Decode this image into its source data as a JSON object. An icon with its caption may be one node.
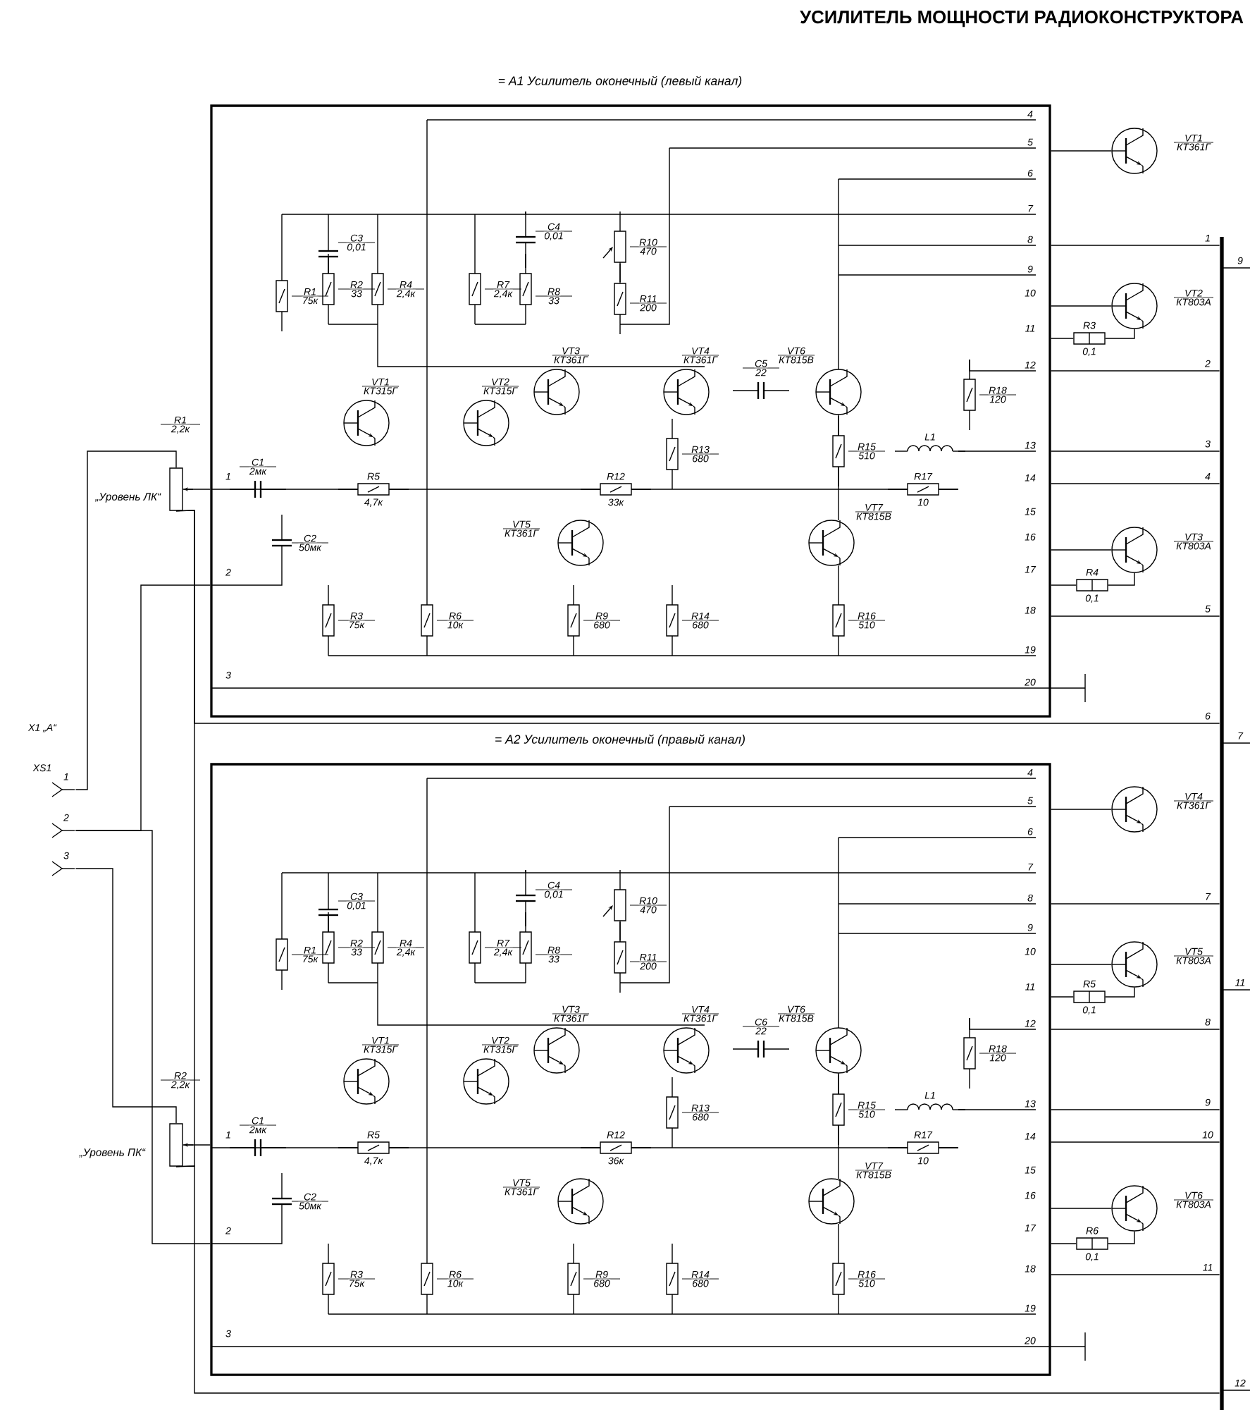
{
  "diagram": {
    "title": "УСИЛИТЕЛЬ МОЩНОСТИ РАДИОКОНСТРУКТОРА",
    "nodes": [
      {
        "text": [
          "= A1 Усилитель оконечный (левый канал)"
        ]
      },
      {
        "text": [
          "VT1",
          "КТ361Г"
        ]
      },
      {
        "text": [
          "R1",
          "2,2к"
        ],
        "beside": [
          "„Уровень ЛК“"
        ]
      },
      {
        "text": [
          "VT2",
          "КТ803А"
        ]
      },
      {
        "text": [
          "R3",
          "0,1"
        ]
      },
      {
        "text": [
          "VT3",
          "КТ803А"
        ]
      },
      {
        "text": [
          "R4",
          "0,1"
        ]
      },
      {
        "text": [],
        "shape": "bar"
      },
      {
        "text": [
          "XS1"
        ]
      },
      {
        "text": [
          "= A2 Усилитель оконечный (правый канал)"
        ]
      },
      {
        "text": [
          "VT4",
          "КТ361Г"
        ]
      },
      {
        "text": [
          "VT5",
          "КТ803А"
        ]
      },
      {
        "text": [
          "R5",
          "0,1"
        ]
      },
      {
        "text": [
          "R2",
          "2,2к"
        ],
        "beside": [
          "„Уровень ПК“"
        ]
      },
      {
        "text": [
          "VT6",
          "КТ803А"
        ]
      },
      {
        "text": [
          "R6",
          "0,1"
        ]
      }
    ],
    "edges": [
      {
        "from": 0,
        "to": 1,
        "arrow": "none"
      },
      {
        "from": 0,
        "to": 3,
        "arrow": "none"
      },
      {
        "from": 0,
        "to": 4,
        "arrow": "none"
      },
      {
        "from": 4,
        "to": 3,
        "arrow": "none"
      },
      {
        "from": 0,
        "to": 5,
        "arrow": "none"
      },
      {
        "from": 0,
        "to": 6,
        "arrow": "none"
      },
      {
        "from": 6,
        "to": 5,
        "arrow": "none"
      },
      {
        "from": 0,
        "to": 7,
        "arrow": "none"
      },
      {
        "from": 0,
        "to": 7,
        "arrow": "none"
      },
      {
        "from": 0,
        "to": 7,
        "arrow": "none"
      },
      {
        "from": 0,
        "to": 7,
        "arrow": "none"
      },
      {
        "from": 0,
        "to": 7,
        "arrow": "none"
      },
      {
        "from": 2,
        "to": 0,
        "arrow": "none"
      },
      {
        "from": 8,
        "to": 2,
        "arrow": "none"
      },
      {
        "from": 8,
        "to": 0,
        "arrow": "none"
      },
      {
        "from": 8,
        "to": 13,
        "arrow": "none"
      },
      {
        "from": 8,
        "to": 9,
        "arrow": "none"
      },
      {
        "from": 13,
        "to": 9,
        "arrow": "none"
      },
      {
        "from": 9,
        "to": 10,
        "arrow": "none"
      },
      {
        "from": 9,
        "to": 11,
        "arrow": "none"
      },
      {
        "from": 9,
        "to": 12,
        "arrow": "none"
      },
      {
        "from": 12,
        "to": 11,
        "arrow": "none"
      },
      {
        "from": 9,
        "to": 14,
        "arrow": "none"
      },
      {
        "from": 9,
        "to": 15,
        "arrow": "none"
      },
      {
        "from": 15,
        "to": 14,
        "arrow": "none"
      },
      {
        "from": 9,
        "to": 7,
        "arrow": "none"
      },
      {
        "from": 9,
        "to": 7,
        "arrow": "none"
      },
      {
        "from": 9,
        "to": 7,
        "arrow": "none"
      },
      {
        "from": 9,
        "to": 7,
        "arrow": "none"
      },
      {
        "from": 9,
        "to": 7,
        "arrow": "none"
      },
      {
        "from": 2,
        "to": 13,
        "arrow": "none"
      },
      {
        "from": 2,
        "to": 7,
        "arrow": "none"
      },
      {
        "from": 13,
        "to": 7,
        "arrow": "none"
      }
    ],
    "labels": [
      "1",
      "2",
      "3",
      "R1",
      "75к",
      "C3",
      "0,01",
      "R2",
      "33",
      "R4",
      "2,4к",
      "R7",
      "2,4к",
      "C4",
      "0,01",
      "R8",
      "33",
      "R10",
      "470",
      "R11",
      "200",
      "VT3",
      "КТ361Г",
      "VT4",
      "КТ361Г",
      "C5",
      "22",
      "VT6",
      "КТ815В",
      "VT1",
      "КТ315Г",
      "VT2",
      "КТ315Г",
      "R13",
      "680",
      "R15",
      "510",
      "L1",
      "R18",
      "120",
      "C1",
      "2мк",
      "R5",
      "4,7к",
      "R12",
      "33к",
      "R17",
      "10",
      "C2",
      "50мк",
      "VT5",
      "КТ361Г",
      "VT7",
      "КТ815В",
      "R3",
      "75к",
      "R6",
      "10к",
      "R9",
      "680",
      "R14",
      "680",
      "R16",
      "510",
      "4",
      "5",
      "6",
      "7",
      "8",
      "9",
      "10",
      "11",
      "12",
      "13",
      "14",
      "15",
      "16",
      "17",
      "18",
      "19",
      "20",
      "1",
      "9",
      "2",
      "3",
      "4",
      "5",
      "6",
      "7",
      "X1 „А“",
      "1",
      "2",
      "3",
      "1",
      "2",
      "3",
      "R1",
      "75к",
      "C3",
      "0,01",
      "R2",
      "33",
      "R4",
      "2,4к",
      "R7",
      "2,4к",
      "C4",
      "0,01",
      "R8",
      "33",
      "R10",
      "470",
      "R11",
      "200",
      "VT3",
      "КТ361Г",
      "VT4",
      "КТ361Г",
      "C6",
      "22",
      "VT6",
      "КТ815В",
      "VT1",
      "КТ315Г",
      "VT2",
      "КТ315Г",
      "R13",
      "680",
      "R15",
      "510",
      "L1",
      "R18",
      "120",
      "C1",
      "2мк",
      "R5",
      "4,7к",
      "R12",
      "36к",
      "R17",
      "10",
      "C2",
      "50мк",
      "VT5",
      "КТ361Г",
      "VT7",
      "КТ815В",
      "R3",
      "75к",
      "R6",
      "10к",
      "R9",
      "680",
      "R14",
      "680",
      "R16",
      "510",
      "4",
      "5",
      "6",
      "7",
      "8",
      "9",
      "10",
      "11",
      "12",
      "13",
      "14",
      "15",
      "16",
      "17",
      "18",
      "19",
      "20",
      "7",
      "11",
      "8",
      "9",
      "10",
      "11",
      "12"
    ]
  }
}
